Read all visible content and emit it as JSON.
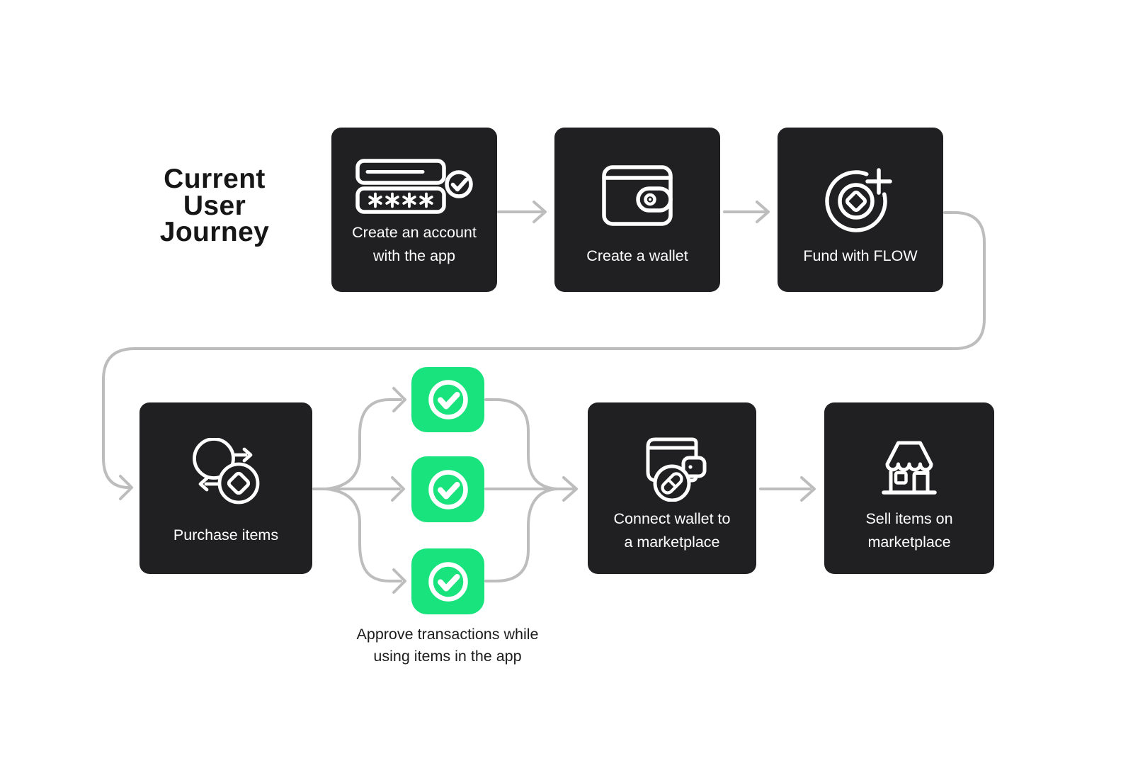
{
  "title": {
    "lines": [
      "Current",
      "User",
      "Journey"
    ]
  },
  "steps": [
    {
      "id": "create-account",
      "icon": "password-fields-check-icon",
      "label_lines": [
        "Create an account",
        "with the app"
      ]
    },
    {
      "id": "create-wallet",
      "icon": "wallet-icon",
      "label_lines": [
        "Create a wallet"
      ]
    },
    {
      "id": "fund-with-flow",
      "icon": "flow-token-plus-icon",
      "label_lines": [
        "Fund with FLOW"
      ]
    },
    {
      "id": "purchase-items",
      "icon": "swap-token-icon",
      "label_lines": [
        "Purchase items"
      ]
    },
    {
      "id": "connect-wallet",
      "icon": "wallet-link-icon",
      "label_lines": [
        "Connect wallet to",
        "a marketplace"
      ]
    },
    {
      "id": "sell-items",
      "icon": "storefront-icon",
      "label_lines": [
        "Sell items on",
        "marketplace"
      ]
    }
  ],
  "approvals": {
    "count": 3,
    "icon": "check-circle-icon",
    "caption_lines": [
      "Approve transactions while",
      "using items in the app"
    ]
  },
  "colors": {
    "background": "#ffffff",
    "node_bg": "#202022",
    "node_text": "#ffffff",
    "accent_green": "#19E37D",
    "connector": "#BDBDBD",
    "title_text": "#161616",
    "caption_text": "#1c1c1c"
  }
}
